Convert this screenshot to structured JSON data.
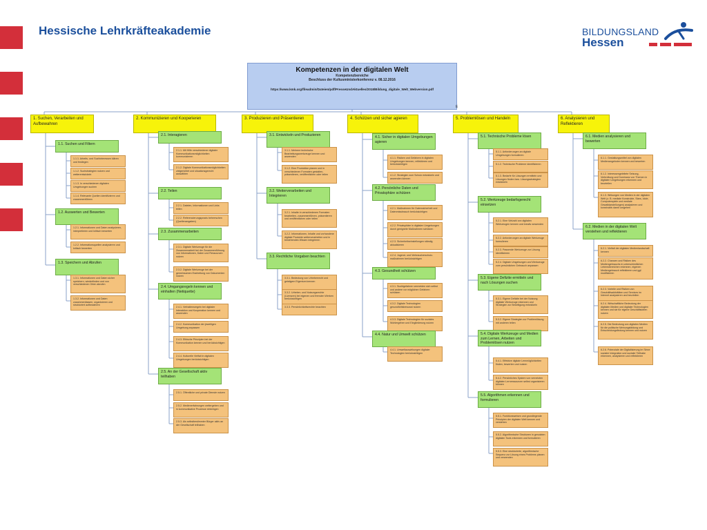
{
  "header": {
    "title": "Hessische Lehrkräfteakademie",
    "logo_top": "BILDUNGSLAND",
    "logo_bottom": "Hessen"
  },
  "colors": {
    "red": "#d32f3a",
    "blue": "#1b4f9c",
    "root": "#b8cdf0",
    "yellow": "#f7f30a",
    "green": "#a4e377",
    "orange": "#f4c27c"
  },
  "map": {
    "title": "Kompetenzen in der digitalen Welt",
    "subtitle": "Kompetenzbereiche",
    "subtitle2": "Beschluss der Kultusministerkonferenz v. 08.12.2016",
    "url": "https://www.kmk.org/fileadmin/Dateien/pdf/PresseUndAktuelles/2018/Bildung_digitale_Welt_Webversion.pdf",
    "marker": "E",
    "areas": [
      {
        "label": "1. Suchen, Verarbeiten und Aufbewahren",
        "subs": [
          {
            "label": "1.1. Suchen und Filtern",
            "items": [
              "1.1.1. Arbeits- und Suchinteressen klären und festlegen",
              "1.1.2. Suchstrategien nutzen und weiterentwickeln",
              "1.1.3. In verschiedenen digitalen Umgebungen suchen",
              "1.1.4. Relevante Quellen identifizieren und zusammenführen"
            ]
          },
          {
            "label": "1.2. Auswerten und Bewerten",
            "items": [
              "1.2.1. Informationen und Daten analysieren, interpretieren und kritisch bewerten",
              "1.2.2. Informationsquellen analysieren und kritisch bewerten"
            ]
          },
          {
            "label": "1.3. Speichern und Abrufen",
            "items": [
              "1.3.1. Informationen und Daten sicher speichern, wiederfinden und von verschiedenen Orten abrufen",
              "1.3.2. Informationen und Daten zusammenfassen, organisieren und strukturiert aufbewahren"
            ]
          }
        ]
      },
      {
        "label": "2. Kommunizieren und Kooperieren",
        "subs": [
          {
            "label": "2.1. Interagieren",
            "items": [
              "2.1.1. Mit Hilfe verschiedener digitaler Kommunikationsmöglichkeiten kommunizieren",
              "2.1.2. Digitale Kommunikationsmöglichkeiten zielgerichtet und situationsgerecht auswählen"
            ]
          },
          {
            "label": "2.2. Teilen",
            "items": [
              "2.2.1. Dateien, Informationen und Links teilen",
              "2.2.2. Referenzierungspraxis beherrschen (Quellenangaben)"
            ]
          },
          {
            "label": "2.3. Zusammenarbeiten",
            "items": [
              "2.3.1. Digitale Werkzeuge für die Zusammenarbeit bei der Zusammenführung von Informationen, Daten und Ressourcen nutzen",
              "2.3.2. Digitale Werkzeuge bei der gemeinsamen Erarbeitung von Dokumenten nutzen"
            ]
          },
          {
            "label": "2.4. Umgangsregeln kennen und einhalten (Netiquette)",
            "items": [
              "2.4.1. Verhaltensregeln bei digitaler Interaktion und Kooperation kennen und anwenden",
              "2.4.2. Kommunikation der jeweiligen Umgebung anpassen",
              "2.4.3. Ethische Prinzipien bei der Kommunikation kennen und berücksichtigen",
              "2.4.4. Kulturelle Vielfalt in digitalen Umgebungen berücksichtigen"
            ]
          },
          {
            "label": "2.5. An der Gesellschaft aktiv teilhaben",
            "items": [
              "2.5.1. Öffentliche und private Dienste nutzen",
              "2.5.2. Medienerfahrungen weitergeben und in kommunikative Prozesse einbringen",
              "2.5.3. Als selbstbestimmter Bürger aktiv an der Gesellschaft teilhaben"
            ]
          }
        ]
      },
      {
        "label": "3. Produzieren und Präsentieren",
        "subs": [
          {
            "label": "3.1. Entwickeln und Produzieren",
            "items": [
              "3.1.1. Mehrere technische Bearbeitungswerkzeuge kennen und anwenden",
              "3.1.2. Eine Produktion planen und in verschiedenen Formaten gestalten, präsentieren, veröffentlichen oder teilen"
            ]
          },
          {
            "label": "3.2. Weiterverarbeiten und Integrieren",
            "items": [
              "3.2.1. Inhalte in verschiedenen Formaten bearbeiten, zusammenführen, präsentieren und veröffentlichen oder teilen",
              "3.2.2. Informationen, Inhalte und vorhandene digitale Produkte weiterverarbeiten und in bestehendes Wissen integrieren"
            ]
          },
          {
            "label": "3.3. Rechtliche Vorgaben beachten",
            "items": [
              "3.3.1. Bedeutung von Urheberrecht und geistigem Eigentum kennen",
              "3.3.2. Urheber- und Nutzungsrechte (Lizenzen) bei eigenen und fremden Werken berücksichtigen",
              "3.3.3. Persönlichkeitsrechte beachten"
            ]
          }
        ]
      },
      {
        "label": "4. Schützen und sicher agieren",
        "subs": [
          {
            "label": "4.1. Sicher in digitalen Umgebungen agieren",
            "items": [
              "4.1.1. Risiken und Gefahren in digitalen Umgebungen kennen, reflektieren und berücksichtigen",
              "4.1.2. Strategien zum Schutz entwickeln und anwenden können"
            ]
          },
          {
            "label": "4.2. Persönliche Daten und Privatsphäre schützen",
            "items": [
              "4.2.1. Maßnahmen für Datensicherheit und Datenmissbrauch berücksichtigen",
              "4.2.2. Privatsphäre in digitalen Umgebungen durch geeignete Maßnahmen schützen",
              "4.2.3. Sicherheitseinstellungen ständig aktualisieren",
              "4.2.4. Jugend- und Verbraucherschutz- maßnahmen berücksichtigen"
            ]
          },
          {
            "label": "4.3. Gesundheit schützen",
            "items": [
              "4.3.1. Suchtgefahren vermeiden sich selbst und andere vor möglichen Gefahren schützen",
              "4.3.2. Digitale Technologien gesundheitsbewusst nutzen",
              "4.3.3. Digitale Technologien für soziales Wohlergehen und Eingliederung nutzen"
            ]
          },
          {
            "label": "4.4. Natur und Umwelt schützen",
            "items": [
              "4.4.1. Umweltauswirkungen digitaler Technologien berücksichtigen"
            ]
          }
        ]
      },
      {
        "label": "5. Problemlösen und Handeln",
        "subs": [
          {
            "label": "5.1. Technische Probleme lösen",
            "items": [
              "5.1.1. Anforderungen an digitale Umgebungen formulieren",
              "5.1.2. Technische Probleme identifizieren",
              "5.1.3. Bedarfe für Lösungen ermitteln und Lösungen finden bzw. Lösungsstrategien entwickeln"
            ]
          },
          {
            "label": "5.2. Werkzeuge bedarfsgerecht einsetzen",
            "items": [
              "5.2.1. Eine Vielzahl von digitalen Werkzeugen kennen und kreativ anwenden",
              "5.2.2. Anforderungen an digitale Werkzeuge formulieren",
              "5.2.3. Passende Werkzeuge zur Lösung identifizieren",
              "5.2.4. Digitale Umgebungen und Werkzeuge zum persönlichen Gebrauch anpassen"
            ]
          },
          {
            "label": "5.3. Eigene Defizite ermitteln und nach Lösungen suchen",
            "items": [
              "5.3.1. Eigene Defizite bei der Nutzung digitaler Werkzeuge erkennen und Strategien zur Beseitigung entwickeln",
              "5.3.2. Eigene Strategien zur Problemlösung mit anderen teilen"
            ]
          },
          {
            "label": "5.4. Digitale Werkzeuge und Medien zum Lernen, Arbeiten und Problemlösen nutzen",
            "items": [
              "5.4.1. Effektive digitale Lernmöglichkeiten finden, bewerten und nutzen",
              "5.4.2. Persönliches System von vernetzten digitalen Lernressourcen selbst organisieren können"
            ]
          },
          {
            "label": "5.5. Algorithmen erkennen und formulieren",
            "items": [
              "5.5.1. Funktionsweisen und grundlegende Prinzipien der digitalen Welt kennen und verstehen",
              "5.5.2. Algorithmische Strukturen in genutzten digitalen Tools erkennen und formulieren",
              "5.5.3. Eine strukturierte, algorithmische Sequenz zur Lösung eines Problems planen und verwenden"
            ]
          }
        ]
      },
      {
        "label": "6. Analysieren und Reflektieren",
        "subs": [
          {
            "label": "6.1. Medien analysieren und bewerten",
            "items": [
              "6.1.1. Gestaltungsmittel von digitalen Medienangeboten kennen und bewerten",
              "6.1.2. Interessengeleitete Setzung, Verbreitung und Dominanz von Themen in digitalen Umgebungen erkennen und beurteilen",
              "6.1.3. Wirkungen von Medien in der digitalen Welt (z. B. mediale Konstrukte, Stars, Idole, Computerspiele und mediale Gewaltdarstellungen) analysieren und konstruktiv damit umgehen"
            ]
          },
          {
            "label": "6.2. Medien in der digitalen Welt verstehen und reflektieren",
            "items": [
              "6.2.1. Vielfalt der digitalen Medienlandschaft kennen",
              "6.2.2. Chancen und Risiken des Mediengebrauchs in unterschiedlichen Lebensbereichen erkennen, eigenen Mediengebrauch reflektieren und ggf. modifizieren",
              "6.2.3. Vorteile und Risiken von Geschäftsaktivitäten und Services im Internet analysieren und beurteilen",
              "6.2.4. Wirtschaftliche Bedeutung der digitalen Medien und digitaler Technologien kennen und sie für eigene Geschäftsideen nutzen",
              "6.2.5. Die Bedeutung von digitalen Medien für die politische Meinungsbildung und Entscheidungsfindung kennen und nutzen",
              "6.2.6. Potenziale der Digitalisierung im Sinne sozialer Integration und sozialer Teilhabe erkennen, analysieren und reflektieren"
            ]
          }
        ]
      }
    ]
  }
}
